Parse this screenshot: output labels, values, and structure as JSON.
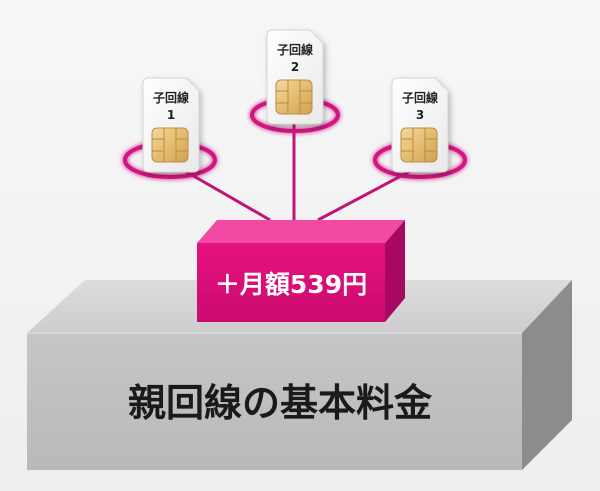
{
  "base": {
    "label": "親回線の基本料金"
  },
  "addon": {
    "label": "＋月額539円"
  },
  "sims": [
    {
      "label_line1": "子回線",
      "label_line2": "1"
    },
    {
      "label_line1": "子回線",
      "label_line2": "2"
    },
    {
      "label_line1": "子回線",
      "label_line2": "3"
    }
  ],
  "colors": {
    "accent": "#e0117f",
    "base_gray": "#c4c4c6",
    "chip_gold": "#e8c27a"
  }
}
